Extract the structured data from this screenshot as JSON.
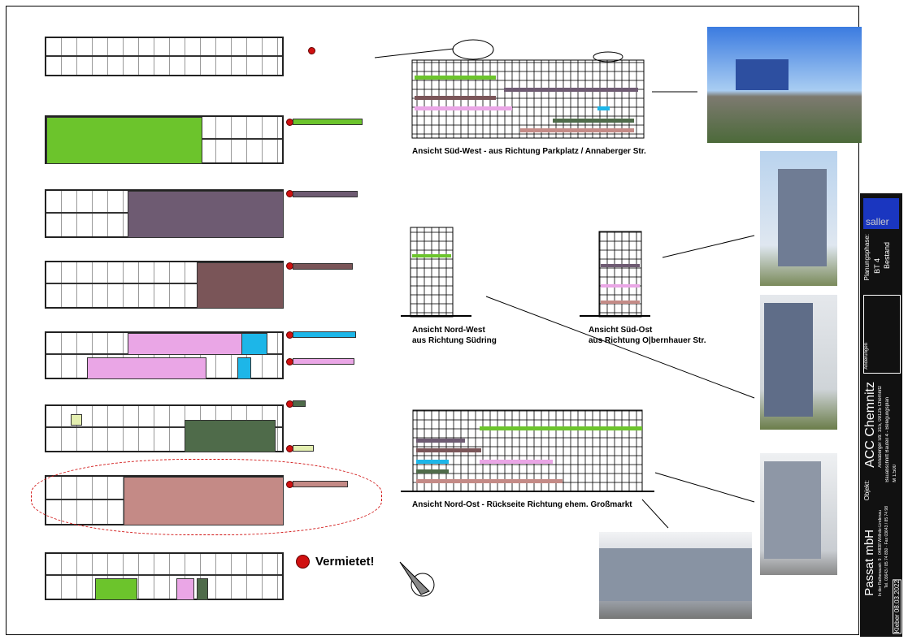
{
  "legend": {
    "rented_label": "Vermietet!"
  },
  "colors": {
    "green": "#6cc42c",
    "mauve": "#6e5b72",
    "brown": "#7a5558",
    "cyan": "#1db6e8",
    "pink": "#eaa6e6",
    "darkgreen": "#4f6b4a",
    "paleyellow": "#e4efb0",
    "rose": "#c48a86",
    "red": "#d01010"
  },
  "views": {
    "sw": "Ansicht Süd-West - aus Richtung Parkplatz / Annaberger Str.",
    "nw_1": "Ansicht Nord-West",
    "nw_2": "aus Richtung Südring",
    "so_1": "Ansicht Süd-Ost",
    "so_2": "aus Richtung O|bernhauer Str.",
    "no": "Ansicht Nord-Ost - Rückseite Richtung ehem. Großmarkt"
  },
  "titleblock": {
    "company": "Passat mbH",
    "address": "In der Rathenaustr. 9 · 04838 Wöllnitz-Lindenau",
    "phone": "Tel. 03643 / 85 74 850 · Fax 03643 / 85 74 98",
    "object_label": "Objekt:",
    "object": "ACC Chemnitz",
    "object_address": "Annaberger Str. 315, 09125 Chemnitz",
    "plan_desc": "Bauabschnitt Bauteil 4 - Belegungsplan",
    "scale": "M 1:500",
    "phase_label": "Planungsphase:",
    "phase": "BT 4",
    "status": "Bestand",
    "changes_label": "Änderungen",
    "drawn_by": "Kleber",
    "date": "08.03.2022",
    "logo": "saller"
  }
}
